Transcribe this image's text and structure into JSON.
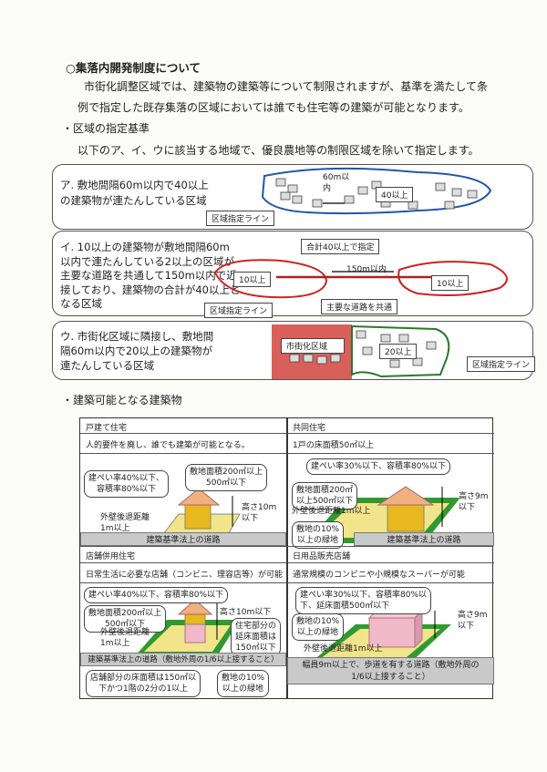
{
  "title": "○集落内開発制度について",
  "intro": [
    "市街化調整区域では、建築物の建築等について制限されますが、基準を満たして条",
    "例で指定した既存集落の区域においては誰でも住宅等の建築が可能となります。"
  ],
  "section1": {
    "heading": "・区域の指定基準",
    "text": "以下のア、イ、ウに該当する地域で、優良農地等の制限区域を除いて指定します。"
  },
  "criteria": [
    {
      "lines": [
        "ア. 敷地間隔60m以内で40以上",
        "の建築物が連たんしている区域"
      ],
      "labels": {
        "line": "区域指定ライン",
        "distance": "60m以",
        "distance2": "内",
        "count": "40以上"
      }
    },
    {
      "lines": [
        "イ. 10以上の建築物が敷地間隔60m",
        "以内で連たんしている2以上の区域が",
        "主要な道路を共通して150m以内で近",
        "接しており、建築物の合計が40以上と",
        "なる区域"
      ],
      "labels": {
        "line": "区域指定ライン",
        "total": "合計40以上で指定",
        "distance": "150m以内",
        "left": "10以上",
        "right": "10以上",
        "road": "主要な道路を共通"
      }
    },
    {
      "lines": [
        "ウ. 市街化区域に隣接し、敷地間",
        "隔60m以内で20以上の建築物が",
        "連たんしている区域"
      ],
      "labels": {
        "urban": "市街化区域",
        "count": "20以上",
        "line": "区域指定ライン"
      }
    }
  ],
  "section2": {
    "heading": "・建築可能となる建築物"
  },
  "buildings": [
    {
      "name": "戸建て住宅",
      "desc": "人的要件を廃し、誰でも建築が可能となる。",
      "notes": {
        "coverage": [
          "建ぺい率40%以下、",
          "容積率80%以下"
        ],
        "area": [
          "敷地面積200㎡以上",
          "500㎡以下"
        ],
        "height": [
          "高さ10m",
          "以下"
        ],
        "setback": [
          "外壁後退距離",
          "1m以上"
        ],
        "road": "建築基準法上の道路"
      }
    },
    {
      "name": "共同住宅",
      "desc": "1戸の床面積50㎡以上",
      "notes": {
        "coverage": "建ぺい率30%以下、容積率80%以下",
        "area": [
          "敷地面積200㎡",
          "以上500㎡以下"
        ],
        "height": [
          "高さ9m",
          "以下"
        ],
        "setback": "外壁後退距離1m以上",
        "green": [
          "敷地の10%",
          "以上の緑地"
        ],
        "road": "建築基準法上の道路"
      }
    },
    {
      "name": "店舗併用住宅",
      "desc": "日常生活に必要な店舗（コンビニ、理容店等）が可能",
      "notes": {
        "coverage": "建ぺい率40%以下、容積率80%以下",
        "area": [
          "敷地面積200㎡以上",
          "500㎡以下"
        ],
        "height": "高さ10m以下",
        "setback": [
          "外壁後退距離",
          "1m以上"
        ],
        "residential": [
          "住宅部分の",
          "延床面積は",
          "150㎡以下"
        ],
        "road": "建築基準法上の道路（敷地外周の1/6以上接すること）",
        "shop": [
          "店舗部分の床面積は150㎡以",
          "下かつ1階の2分の1以上"
        ],
        "green": [
          "敷地の10%",
          "以上の緑地"
        ]
      }
    },
    {
      "name": "日用品販売店舗",
      "desc": "通常規模のコンビニや小規模なスーパーが可能",
      "notes": {
        "coverage": [
          "建ぺい率30%以下、容積率80%以",
          "下、延床面積500㎡以下"
        ],
        "green": [
          "敷地の10%",
          "以上の緑地"
        ],
        "height": [
          "高さ9m",
          "以下"
        ],
        "setback": "外壁後退距離1m以上",
        "road": [
          "幅員9m以上で、歩道を有する道路（敷地外周の",
          "1/6以上接すること）"
        ]
      }
    }
  ],
  "colors": {
    "zoneA": "#2255aa",
    "zoneB": "#cc2222",
    "zoneC": "#2a7a2a",
    "urban": "#d9605a",
    "roof": "#f0b080",
    "house": "#e8b820",
    "shop": "#f0b8c8",
    "lot": "#f2e48a",
    "green": "#2f9a2f",
    "road": "#c9c9c9"
  }
}
